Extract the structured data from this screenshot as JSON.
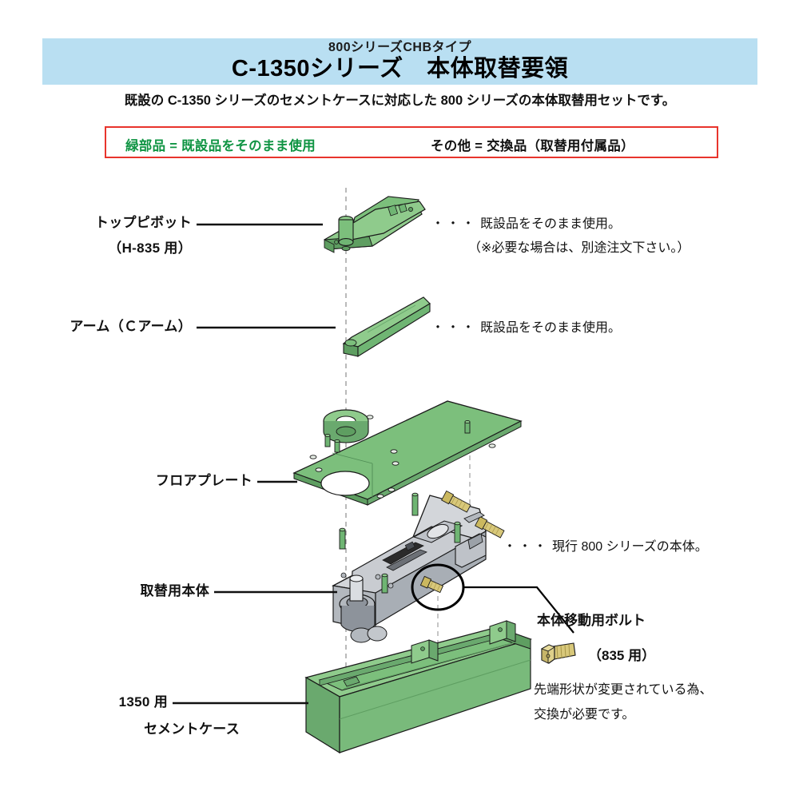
{
  "header": {
    "subtitle": "800シリーズCHBタイプ",
    "title": "C-1350シリーズ　本体取替要領",
    "lead": "既設の C-1350 シリーズのセメントケースに対応した 800 シリーズの本体取替用セットです。"
  },
  "legend": {
    "green_text": "緑部品 = 既設品をそのまま使用",
    "other_text": "その他 = 交換品（取替用付属品）",
    "green_color": "#0f9443",
    "border_color": "#e8342c"
  },
  "parts": [
    {
      "label_line1": "トップピボット",
      "label_line2": "（H-835 用）",
      "note_line1": "既設品をそのまま使用。",
      "note_line2": "（※必要な場合は、別途注文下さい。）",
      "dots": "・・・"
    },
    {
      "label_line1": "アーム（Ｃアーム）",
      "label_line2": "",
      "note_line1": "既設品をそのまま使用。",
      "note_line2": "",
      "dots": "・・・"
    },
    {
      "label_line1": "フロアプレート",
      "label_line2": "",
      "note_line1": "",
      "note_line2": "",
      "dots": ""
    },
    {
      "label_line1": "取替用本体",
      "label_line2": "",
      "note_line1": "現行 800 シリーズの本体。",
      "note_line2": "",
      "dots": "・・・"
    },
    {
      "label_line1": "1350 用",
      "label_line2": "セメントケース",
      "note_line1": "",
      "note_line2": "",
      "dots": ""
    }
  ],
  "callout": {
    "title": "本体移動用ボルト",
    "subtitle": "（835 用）",
    "body_line1": "先端形状が変更されている為、",
    "body_line2": "交換が必要です。"
  },
  "colors": {
    "header_band": "#b9dff2",
    "part_green_face": "#7cbf7c",
    "part_green_top": "#8fcb8c",
    "part_green_dark": "#5e9e61",
    "body_gray_light": "#d3d6da",
    "body_gray_mid": "#b3b8be",
    "body_gray_dark": "#8d939b",
    "brass": "#d8c87a",
    "brass_dark": "#b09f4e",
    "outline": "#1a1a1a"
  }
}
